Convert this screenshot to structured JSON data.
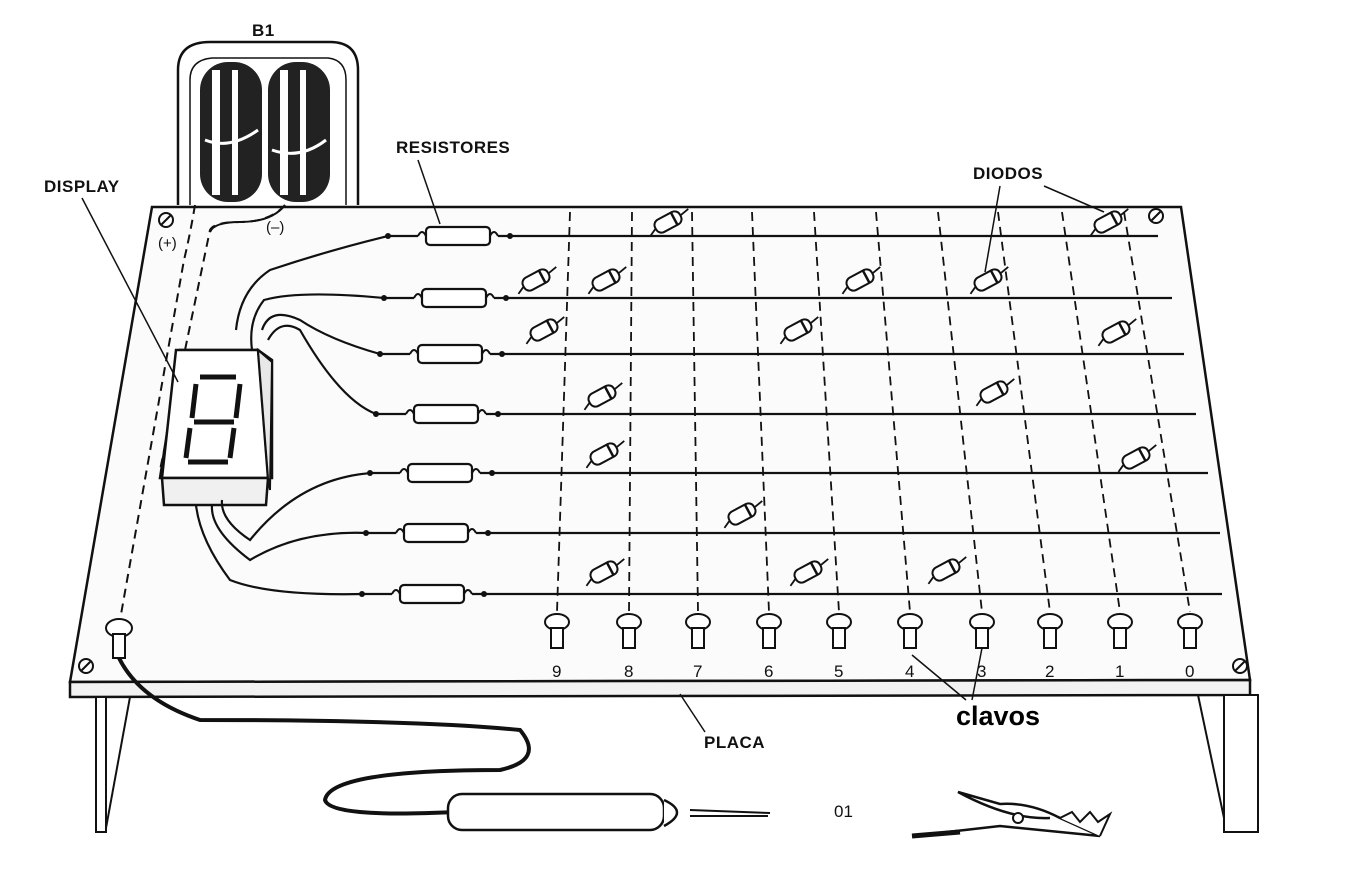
{
  "labels": {
    "battery": "B1",
    "display": "DISPLAY",
    "resistors": "RESISTORES",
    "diodes": "DIODOS",
    "board": "PLACA",
    "nails": "clavos",
    "probe": "01",
    "plus": "(+)",
    "minus": "(–)",
    "display_digit": "8"
  },
  "nail_numbers": [
    "9",
    "8",
    "7",
    "6",
    "5",
    "4",
    "3",
    "2",
    "1",
    "0"
  ],
  "colors": {
    "ink": "#111111",
    "paper": "#ffffff",
    "board": "#fbfbfb"
  }
}
